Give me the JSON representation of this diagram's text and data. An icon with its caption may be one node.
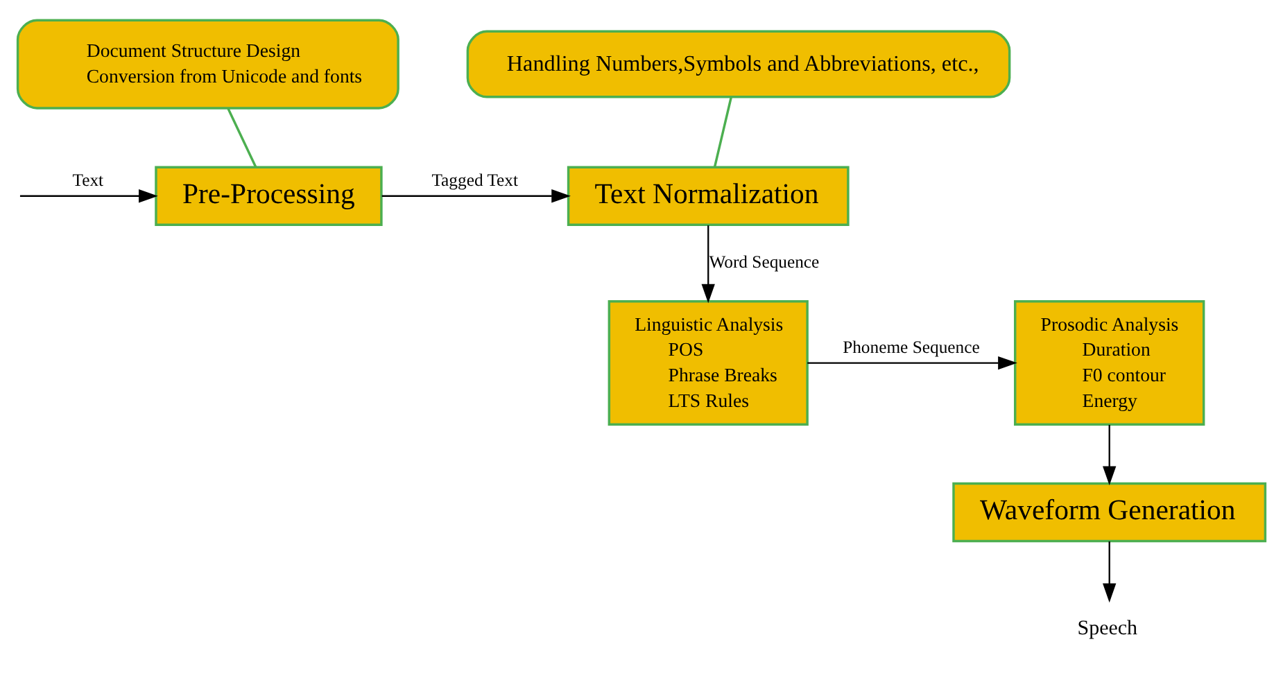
{
  "diagram": {
    "nodes": [
      {
        "text": [
          "Document Structure Design",
          "Conversion from Unicode and fonts"
        ]
      },
      {
        "text": [
          "Handling Numbers,Symbols and Abbreviations, etc.,"
        ]
      },
      {
        "text": [
          "Pre-Processing"
        ]
      },
      {
        "text": [
          "Text Normalization"
        ]
      },
      {
        "text": [
          "Linguistic Analysis",
          "POS",
          "Phrase Breaks",
          "LTS Rules"
        ]
      },
      {
        "text": [
          "Prosodic Analysis",
          "Duration",
          "F0 contour",
          "Energy"
        ]
      },
      {
        "text": [
          "Waveform Generation"
        ]
      },
      {
        "text": [
          "Speech"
        ]
      }
    ],
    "edges": [
      {
        "from": 0,
        "to": 2,
        "arrow": "none",
        "color": "#4caf50"
      },
      {
        "from": 1,
        "to": 3,
        "arrow": "none",
        "color": "#4caf50"
      },
      {
        "from": null,
        "to": 2,
        "arrow": "to",
        "label": "Text"
      },
      {
        "from": 2,
        "to": 3,
        "arrow": "to",
        "label": "Tagged Text"
      },
      {
        "from": 3,
        "to": 4,
        "arrow": "to",
        "label": "Word Sequence"
      },
      {
        "from": 4,
        "to": 5,
        "arrow": "to",
        "label": "Phoneme Sequence"
      },
      {
        "from": 5,
        "to": 6,
        "arrow": "to"
      },
      {
        "from": 6,
        "to": 7,
        "arrow": "to"
      }
    ]
  }
}
